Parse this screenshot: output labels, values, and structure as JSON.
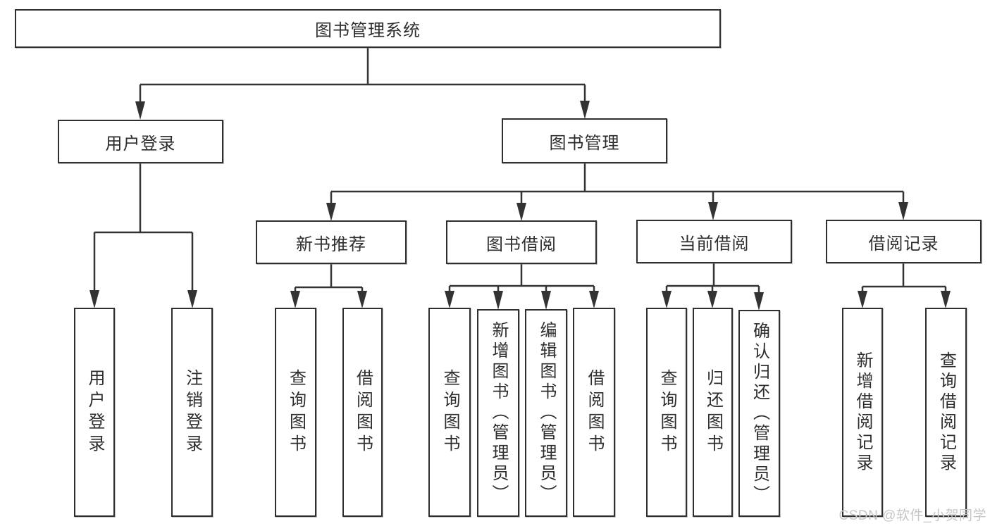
{
  "tree": {
    "label": "图书管理系统",
    "children": [
      {
        "label": "用户登录",
        "children": [
          {
            "label": "用户登录"
          },
          {
            "label": "注销登录"
          }
        ]
      },
      {
        "label": "图书管理",
        "children": [
          {
            "label": "新书推荐",
            "children": [
              {
                "label": "查询图书"
              },
              {
                "label": "借阅图书"
              }
            ]
          },
          {
            "label": "图书借阅",
            "children": [
              {
                "label": "查询图书"
              },
              {
                "label": "新增图书（管理员）"
              },
              {
                "label": "编辑图书（管理员）"
              },
              {
                "label": "借阅图书"
              }
            ]
          },
          {
            "label": "当前借阅",
            "children": [
              {
                "label": "查询图书"
              },
              {
                "label": "归还图书"
              },
              {
                "label": "确认归还（管理员）"
              }
            ]
          },
          {
            "label": "借阅记录",
            "children": [
              {
                "label": "新增借阅记录"
              },
              {
                "label": "查询借阅记录"
              }
            ]
          }
        ]
      }
    ]
  },
  "watermark": {
    "text": "CSDN @软件_小贺同学"
  },
  "colors": {
    "line": "#333333",
    "border": "#2f2f2f",
    "text": "#2d2d2d",
    "watermark_text": "#c6c6c6",
    "background": "#ffffff"
  }
}
